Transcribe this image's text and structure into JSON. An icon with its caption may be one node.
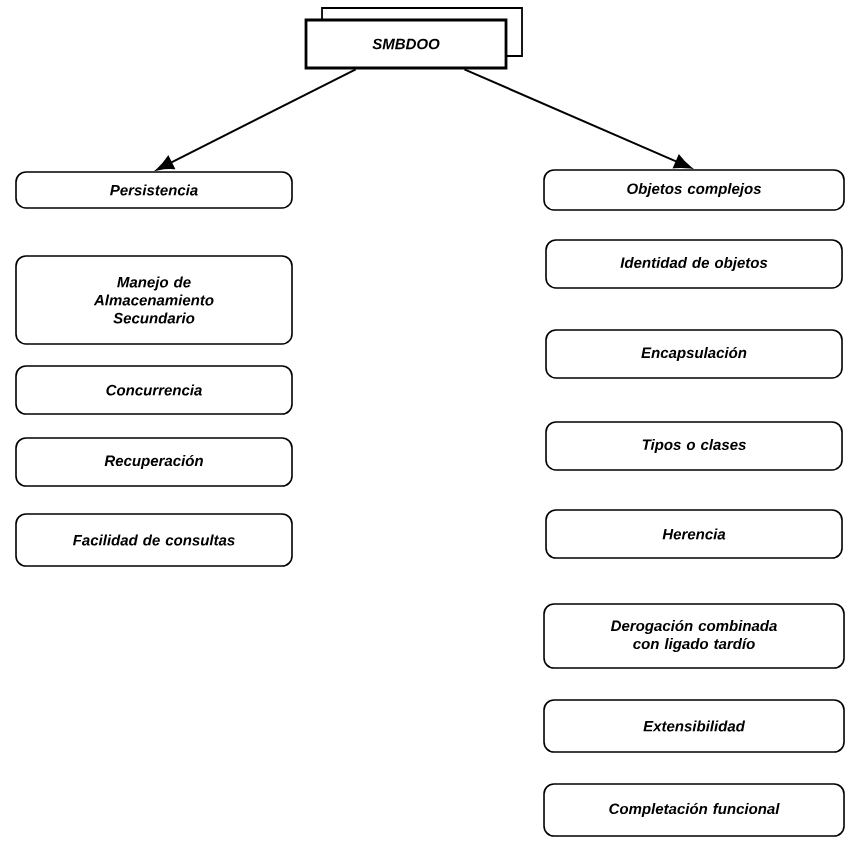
{
  "diagram": {
    "nodes": [
      {
        "text": [
          "SMBDOO"
        ]
      },
      {
        "text": [
          "Persistencia"
        ]
      },
      {
        "text": [
          "Manejo de Almacenamiento Secundario"
        ]
      },
      {
        "text": [
          "Concurrencia"
        ]
      },
      {
        "text": [
          "Recuperación"
        ]
      },
      {
        "text": [
          "Facilidad de consultas"
        ]
      },
      {
        "text": [
          "Objetos complejos"
        ]
      },
      {
        "text": [
          "Identidad de objetos"
        ]
      },
      {
        "text": [
          "Encapsulación"
        ]
      },
      {
        "text": [
          "Tipos o clases"
        ]
      },
      {
        "text": [
          "Herencia"
        ]
      },
      {
        "text": [
          "Derogación combinada con ligado tardío"
        ]
      },
      {
        "text": [
          "Extensibilidad"
        ]
      },
      {
        "text": [
          "Completación funcional"
        ]
      }
    ],
    "edges": [
      {
        "from": 0,
        "to": 1,
        "arrow": "to"
      },
      {
        "from": 0,
        "to": 6,
        "arrow": "to"
      }
    ]
  }
}
